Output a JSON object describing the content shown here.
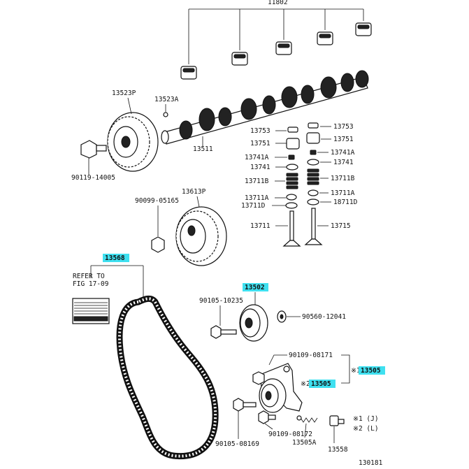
{
  "diagram": {
    "figure_id": "130181",
    "labels": {
      "bearing_set": "11802",
      "cam_pulley_upper": "13523P",
      "pin": "13523A",
      "camshaft": "13511",
      "bolt_upper": "90119-14005",
      "cam_pulley_lower": "13613P",
      "bolt_lower": "90099-05165",
      "shim_upper_l": "13753",
      "shim_upper_r": "13753",
      "lifter_l": "13751",
      "lifter_r": "13751",
      "keeper_l": "13741A",
      "keeper_r": "13741A",
      "retainer_l": "13741",
      "retainer_r": "13741",
      "spring_l": "13711B",
      "spring_r": "13711B",
      "seat_l": "13711A",
      "seat_r": "13711A",
      "seal_l": "13711D",
      "seal_r": "18711D",
      "valve_intake": "13711",
      "valve_exhaust": "13715",
      "timing_belt": "13568",
      "refer_to": "REFER TO",
      "refer_fig": "FIG 17-09",
      "idler_pulley": "13502",
      "idler_bolt": "90105-10235",
      "idler_washer": "90560-12041",
      "tensioner_bolt_top": "90109-08171",
      "tensioner_1": "13505",
      "tensioner_2": "13505",
      "tensioner_bolt_low": "90109-08172",
      "tensioner_bolt_bottom": "90105-08169",
      "tensioner_spring": "13505A",
      "tensioner_stud": "13558",
      "mark_1": "※1",
      "mark_2": "※2",
      "legend_1": "※1 (J)",
      "legend_2": "※2 (L)"
    },
    "colors": {
      "highlight": "#3fe0f0",
      "ink": "#111111"
    }
  }
}
